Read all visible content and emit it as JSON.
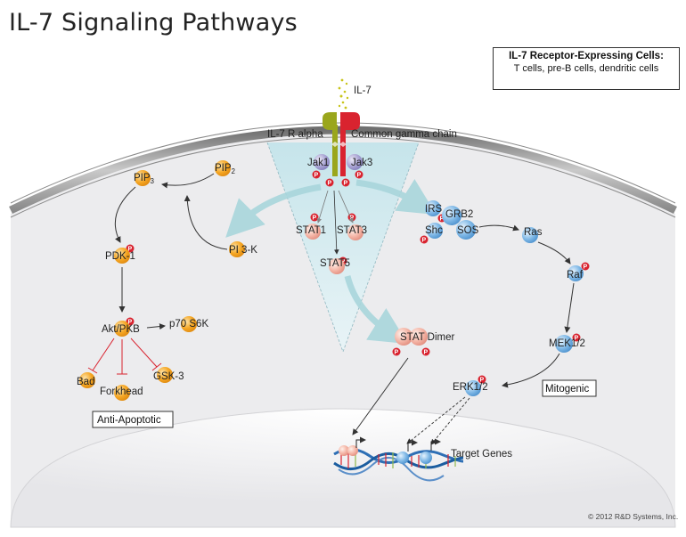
{
  "title": "IL-7 Signaling Pathways",
  "info_box": {
    "heading": "IL-7 Receptor-Expressing Cells:",
    "body": "T cells, pre-B cells, dendritic cells"
  },
  "ligand": "IL-7",
  "receptors": {
    "alpha": "IL-7 R alpha",
    "gamma": "Common gamma chain"
  },
  "molecules": {
    "jak1": "Jak1",
    "jak3": "Jak3",
    "pip2": "PIP",
    "pip2_sub": "2",
    "pip3": "PIP",
    "pip3_sub": "3",
    "pdk1": "PDK-1",
    "pi3k": "PI 3-K",
    "akt": "Akt/PKB",
    "p70": "p70 S6K",
    "bad": "Bad",
    "forkhead": "Forkhead",
    "gsk3": "GSK-3",
    "stat1": "STAT1",
    "stat3": "STAT3",
    "stat5": "STAT5",
    "stat_dimer": "STAT Dimer",
    "irs": "IRS",
    "shc": "Shc",
    "grb2": "GRB2",
    "sos": "SOS",
    "ras": "Ras",
    "raf": "Raf",
    "mek": "MEK1/2",
    "erk": "ERK1/2",
    "target_genes": "Target Genes"
  },
  "phospho": "P",
  "boxes": {
    "anti_apoptotic": "Anti-Apoptotic",
    "mitogenic": "Mitogenic"
  },
  "copyright": "© 2012 R&D Systems, Inc.",
  "colors": {
    "orange": "#f5a623",
    "pink": "#f4b5a6",
    "blue": "#7fb8e6",
    "phospho": "#d9232f",
    "alpha_chain": "#9aa61c",
    "gamma_chain": "#d9232f"
  }
}
